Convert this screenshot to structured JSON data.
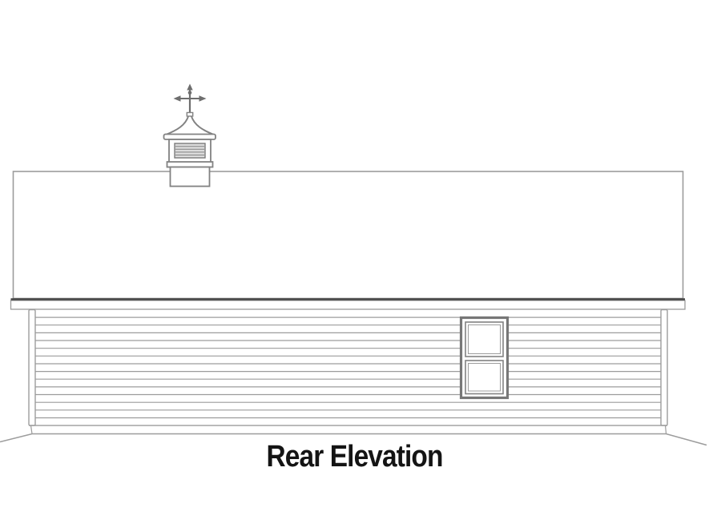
{
  "page": {
    "background_color": "#ffffff"
  },
  "title": {
    "label": "Rear Elevation"
  },
  "drawing": {
    "type": "house-plan-rear-elevation-line-drawing",
    "line_color": "#9c9c9c",
    "dark_line_color": "#4a4a4a",
    "detail_line_color": "#828282",
    "louver_fill_color": "#dcdcdc",
    "text_color": "#141414",
    "features": [
      "weathervane",
      "cupola-with-louvered-vent",
      "roof-plane",
      "eave-fascia-band",
      "horizontal-lap-siding-wall",
      "left-corner-trim-board",
      "right-corner-trim-board",
      "double-hung-window-two-sashes",
      "grade-line"
    ]
  }
}
